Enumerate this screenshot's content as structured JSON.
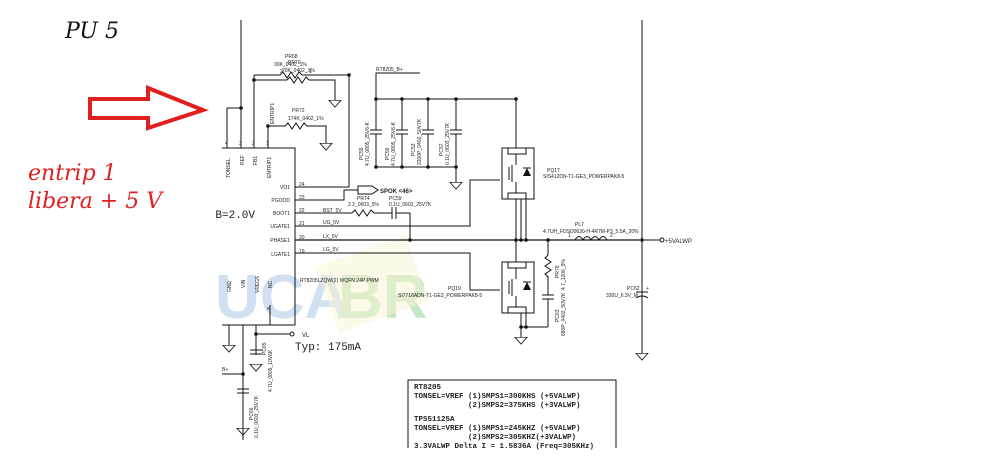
{
  "annotations": {
    "title": "PU 5",
    "note_line1": "entrip 1",
    "note_line2": "libera + 5 V",
    "arrow": "red-right-arrow",
    "accent_color": "#e02020"
  },
  "watermark": {
    "text": "UCABR",
    "colors": [
      "#7aa8d8",
      "#f0d040",
      "#5cb85c"
    ]
  },
  "ic": {
    "ref": "RT8205LZQW(2) WQFN 24P PWM",
    "top_pins": [
      {
        "num": "4",
        "name": "TONSEL"
      },
      {
        "num": "3",
        "name": "REF"
      },
      {
        "num": "2",
        "name": "FB1"
      },
      {
        "num": "1",
        "name": "ENTRIP1"
      }
    ],
    "right_pins": [
      {
        "num": "24",
        "name": "VO1"
      },
      {
        "num": "23",
        "name": "PGOOD"
      },
      {
        "num": "22",
        "name": "BOOT1"
      },
      {
        "num": "21",
        "name": "UGATE1"
      },
      {
        "num": "20",
        "name": "PHASE1"
      },
      {
        "num": "19",
        "name": "LGATE1"
      }
    ],
    "bottom_pins": [
      {
        "num": "25",
        "name": "GND"
      },
      {
        "num": "26",
        "name": "VIN"
      },
      {
        "num": "27",
        "name": "VREG5"
      },
      {
        "num": "28",
        "name": "NC"
      }
    ],
    "side_label": "B=2.0V"
  },
  "net_labels": {
    "entript": "ENTRIP1",
    "rt_bplus": "RT8205_B+",
    "spok": "SPOK <46>",
    "bst": "BST_5V",
    "ug": "UG_5V",
    "lx": "LX_5V",
    "lg": "LG_5V",
    "out": "+5VALWP",
    "vl": "VL",
    "vl_note": "Typ: 175mA",
    "bplus": "B+"
  },
  "resistors": [
    {
      "ref": "PR68",
      "value": "30K_0402_1%",
      "p1": "2",
      "p2": "1"
    },
    {
      "ref": "PR70",
      "value": "20K_0402_1%",
      "p1": "1",
      "p2": "2"
    },
    {
      "ref": "PR72",
      "value": "174K_0402_1%",
      "p1": "1",
      "p2": "2"
    },
    {
      "ref": "PR74",
      "value": "2.2_0603_5%",
      "p1": "1",
      "p2": "2"
    },
    {
      "ref": "PR76",
      "value": "4.7_1206_5%",
      "p1": "1",
      "p2": "2"
    }
  ],
  "capacitors": [
    {
      "ref": "PC55",
      "value": "4.7U_0805_25V6-K"
    },
    {
      "ref": "PC56",
      "value": "4.7U_0805_25V6-K"
    },
    {
      "ref": "PC53",
      "value": "2200P_0402_50V7K"
    },
    {
      "ref": "PC57",
      "value": "0.1U_0603_25V7K"
    },
    {
      "ref": "PC59",
      "value": "0.1U_0603_25V7K"
    },
    {
      "ref": "PC62",
      "value": "330U_6.3V_M"
    },
    {
      "ref": "PC63",
      "value": "680P_0402_50V7K"
    },
    {
      "ref": "PC65",
      "value": "4.7U_0805_10V6K"
    },
    {
      "ref": "PC66",
      "value": "0.1U_0603_25V7K"
    }
  ],
  "mosfets": [
    {
      "ref": "PQ17",
      "part": "SIS412DN-T1-GE3_POWERPAK8-5"
    },
    {
      "ref": "PQ19",
      "part": "SI7716ADN-T1-GE3_POWERPAK8-5"
    }
  ],
  "inductor": {
    "ref": "PL7",
    "value": "4.7UH_FDSD0630-H-4R7M-P3_5.5A_20%",
    "p1": "1",
    "p2": "2"
  },
  "notes_box": {
    "lines": [
      "RT8205",
      "TONSEL=VREF (1)SMPS1=300KHS (+5VALWP)",
      "            (2)SMPS2=375KHS (+3VALWP)",
      "",
      "TPS51125A",
      "TONSEL=VREF (1)SMPS1=245KHZ (+5VALWP)",
      "            (2)SMPS2=305KHZ(+3VALWP)",
      "3.3VALWP Delta I = 1.5836A (Freq=305KHz)"
    ]
  }
}
